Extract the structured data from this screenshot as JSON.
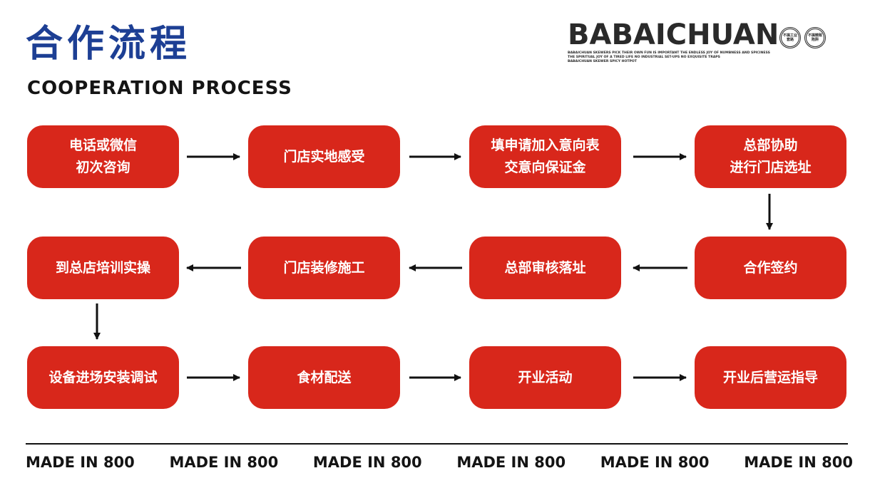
{
  "header": {
    "title_cn": "合作流程",
    "title_en": "COOPERATION PROCESS"
  },
  "brand": {
    "name": "BABAICHUAN",
    "tagline": [
      "BABAICHUAN SKEWERS PICK THEIR OWN FUN IS IMPORTANT THE ENDLESS JOY OF NUMBNESS AND SPICINESS",
      "THE SPIRITUAL JOY OF A TIRED LIFE  NO INDUSTRIAL SET-UPS NO EXQUISITE TRAPS",
      "BABAICHUAN SKEWER SPICY HOTPOT"
    ],
    "seals": [
      "不搞工业套路",
      "不搞精致陷阱"
    ]
  },
  "steps": [
    {
      "lines": [
        "电话或微信",
        "初次咨询"
      ]
    },
    {
      "lines": [
        "门店实地感受"
      ]
    },
    {
      "lines": [
        "填申请加入意向表",
        "交意向保证金"
      ]
    },
    {
      "lines": [
        "总部协助",
        "进行门店选址"
      ]
    },
    {
      "lines": [
        "合作签约"
      ]
    },
    {
      "lines": [
        "总部审核落址"
      ]
    },
    {
      "lines": [
        "门店装修施工"
      ]
    },
    {
      "lines": [
        "到总店培训实操"
      ]
    },
    {
      "lines": [
        "设备进场安装调试"
      ]
    },
    {
      "lines": [
        "食材配送"
      ]
    },
    {
      "lines": [
        "开业活动"
      ]
    },
    {
      "lines": [
        "开业后营运指导"
      ]
    }
  ],
  "footer": {
    "items": [
      "MADE IN 800",
      "MADE IN 800",
      "MADE IN 800",
      "MADE IN 800",
      "MADE IN 800",
      "MADE IN 800"
    ]
  },
  "colors": {
    "step_fill": "#d8271b",
    "title_blue": "#1d3f94",
    "text_dark": "#141414"
  }
}
